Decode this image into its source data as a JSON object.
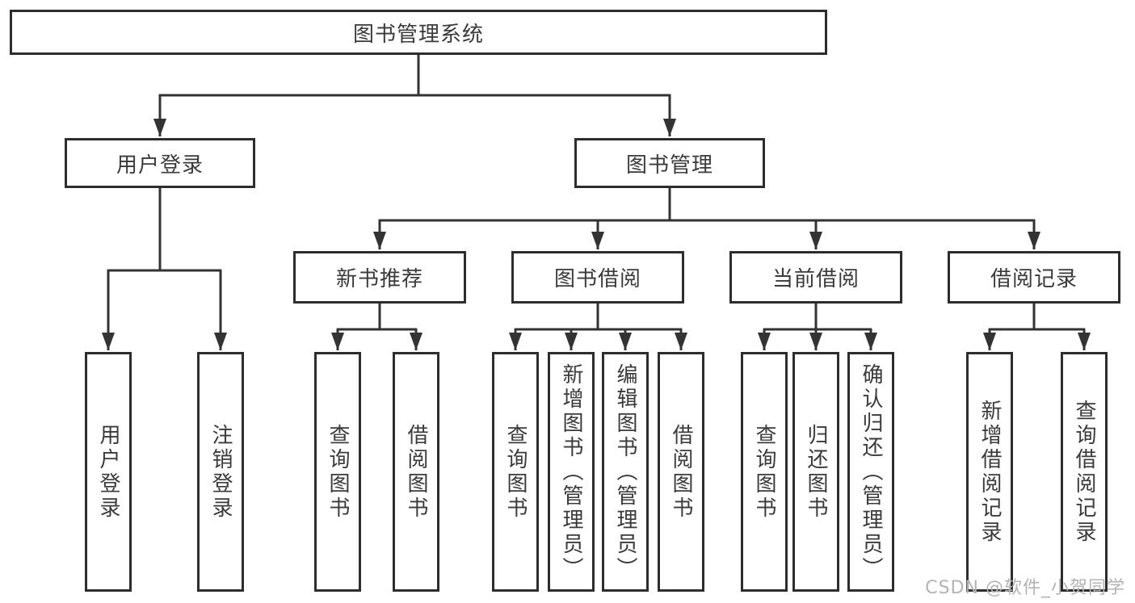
{
  "diagram": {
    "type": "tree",
    "title": "图书管理系统",
    "colors": {
      "background": "#ffffff",
      "line": "#333333",
      "border": "#2d2d2d",
      "text": "#3a3a3a",
      "watermark": "#b3b3b3"
    },
    "nodes": {
      "root": {
        "label": "图书管理系统"
      },
      "user_login": {
        "label": "用户登录"
      },
      "book_management": {
        "label": "图书管理"
      },
      "new_book_rec": {
        "label": "新书推荐"
      },
      "book_borrow": {
        "label": "图书借阅"
      },
      "current_borrow": {
        "label": "当前借阅"
      },
      "borrow_records": {
        "label": "借阅记录"
      },
      "ul_login": {
        "label": "用户登录"
      },
      "ul_logout": {
        "label": "注销登录"
      },
      "nb_query": {
        "label": "查询图书"
      },
      "nb_borrow": {
        "label": "借阅图书"
      },
      "bb_query": {
        "label": "查询图书"
      },
      "bb_add": {
        "label": "新增图书（管理员）"
      },
      "bb_edit": {
        "label": "编辑图书（管理员）"
      },
      "bb_borrow": {
        "label": "借阅图书"
      },
      "cb_query": {
        "label": "查询图书"
      },
      "cb_return": {
        "label": "归还图书"
      },
      "cb_confirm": {
        "label": "确认归还（管理员）"
      },
      "br_add": {
        "label": "新增借阅记录"
      },
      "br_query": {
        "label": "查询借阅记录"
      }
    },
    "edges": [
      {
        "from": "图书管理系统",
        "to": [
          "用户登录",
          "图书管理"
        ]
      },
      {
        "from": "用户登录",
        "to": [
          "用户登录",
          "注销登录"
        ]
      },
      {
        "from": "图书管理",
        "to": [
          "新书推荐",
          "图书借阅",
          "当前借阅",
          "借阅记录"
        ]
      },
      {
        "from": "新书推荐",
        "to": [
          "查询图书",
          "借阅图书"
        ]
      },
      {
        "from": "图书借阅",
        "to": [
          "查询图书",
          "新增图书（管理员）",
          "编辑图书（管理员）",
          "借阅图书"
        ]
      },
      {
        "from": "当前借阅",
        "to": [
          "查询图书",
          "归还图书",
          "确认归还（管理员）"
        ]
      },
      {
        "from": "借阅记录",
        "to": [
          "新增借阅记录",
          "查询借阅记录"
        ]
      }
    ],
    "watermark": "CSDN @软件_小贺同学"
  }
}
